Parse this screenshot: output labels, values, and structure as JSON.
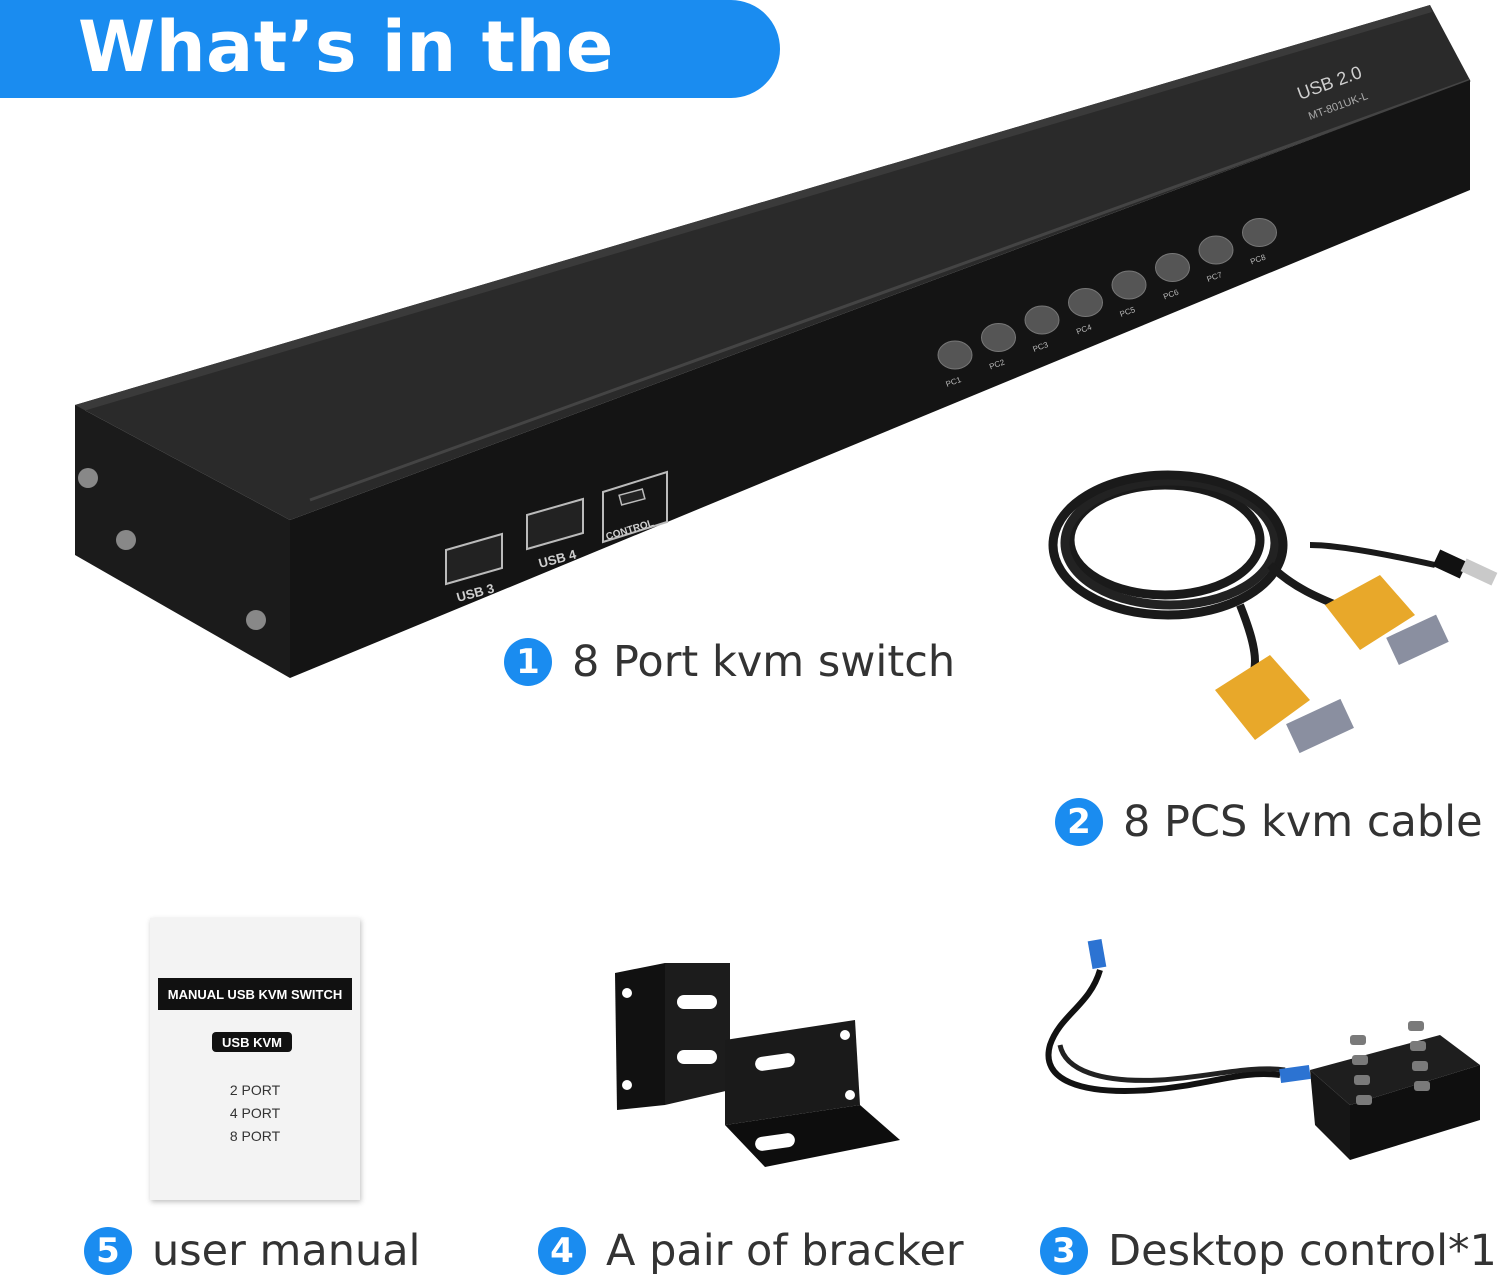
{
  "banner": {
    "title": "What’s in the box"
  },
  "items": [
    {
      "num": "1",
      "label": "8 Port kvm switch"
    },
    {
      "num": "2",
      "label": "8 PCS kvm cable"
    },
    {
      "num": "3",
      "label": "Desktop control*1"
    },
    {
      "num": "4",
      "label": "A pair of bracker"
    },
    {
      "num": "5",
      "label": "user manual"
    }
  ],
  "switch": {
    "top_label": "USB 2.0",
    "model": "MT-801UK-L",
    "pc_buttons": [
      "PC1",
      "PC2",
      "PC3",
      "PC4",
      "PC5",
      "PC6",
      "PC7",
      "PC8"
    ],
    "ports": {
      "usb3": "USB 3",
      "usb4": "USB 4",
      "control": "CONTROL"
    },
    "colors": {
      "body": "#1e1e1e",
      "front": "#111111"
    }
  },
  "manual": {
    "title": "MANUAL USB KVM SWITCH",
    "badge": "USB KVM",
    "options": [
      "2 PORT",
      "4 PORT",
      "8 PORT"
    ]
  },
  "cable": {
    "connector_color": "#e8a82a"
  },
  "accent_color": "#1a8cf0"
}
